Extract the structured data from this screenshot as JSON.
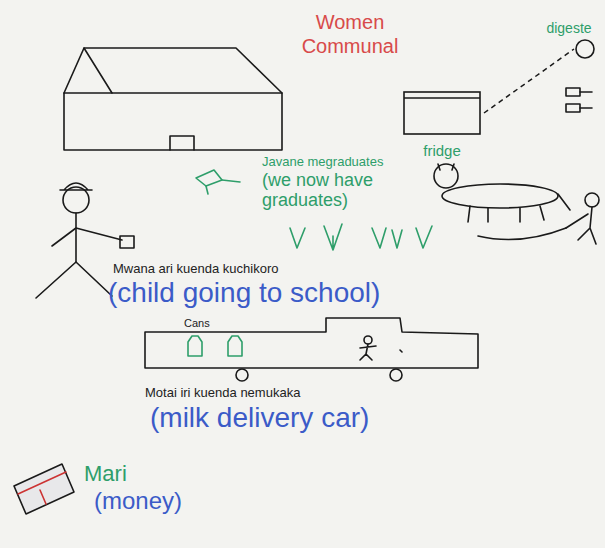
{
  "diagram": {
    "title": "Women Communal",
    "nodes": [
      {
        "text": [
          "fridge"
        ]
      },
      {
        "text": [
          "digeste"
        ]
      }
    ],
    "edges": [
      {
        "from": 0,
        "to": 1,
        "arrow": "none"
      }
    ],
    "labels": [
      "Javane megraduates",
      "(we now have graduates)",
      "Mwana ari kuenda kuchikoro",
      "(child going to school)",
      "Cans",
      "Motai iri kuenda nemukaka",
      "(milk delivery car)",
      "Mari",
      "(money)"
    ]
  }
}
